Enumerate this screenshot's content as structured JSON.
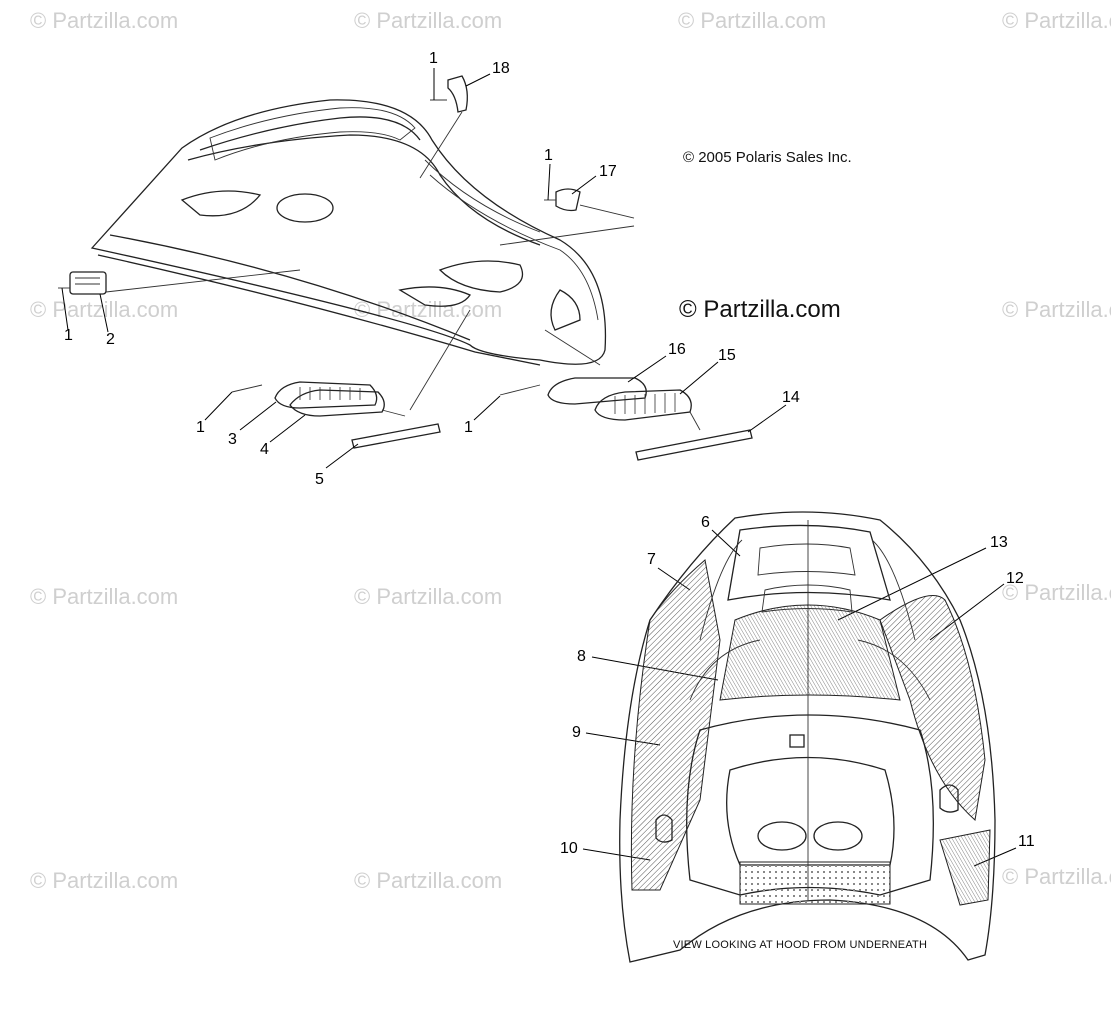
{
  "watermark": "© Partzilla.com",
  "copyright": "© 2005 Polaris Sales Inc.",
  "brand": "© Partzilla.com",
  "caption": "VIEW LOOKING AT HOOD FROM UNDERNEATH",
  "callouts": {
    "c1a": "1",
    "c18": "18",
    "c1b": "1",
    "c17": "17",
    "c1c": "1",
    "c2": "2",
    "c1d": "1",
    "c3": "3",
    "c4": "4",
    "c5": "5",
    "c1e": "1",
    "c16": "16",
    "c15": "15",
    "c14": "14",
    "c6": "6",
    "c7": "7",
    "c8": "8",
    "c9": "9",
    "c10": "10",
    "c13": "13",
    "c12": "12",
    "c11": "11"
  }
}
